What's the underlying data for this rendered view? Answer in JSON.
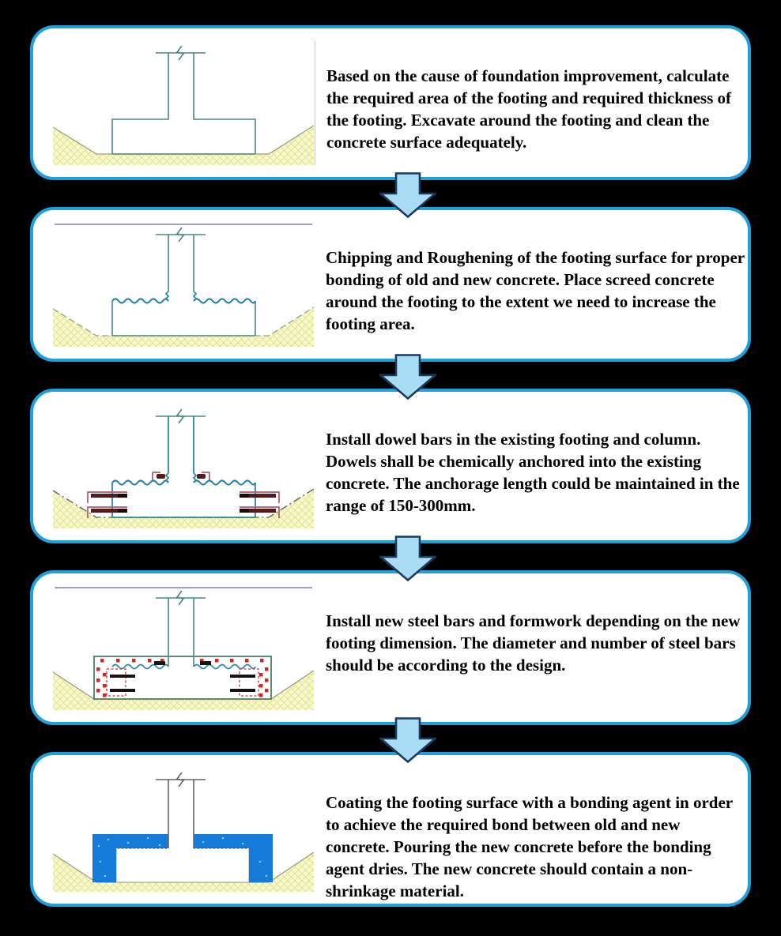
{
  "page": {
    "background_color": "#000000",
    "box_border_color": "#1da0dc",
    "box_fill_color": "#ffffff",
    "arrow_fill_color": "#a9dcf5",
    "arrow_outline_color": "#1b3a5c"
  },
  "flowchart": {
    "steps": [
      {
        "illustration": "existing-footing-cross-section-excavated",
        "text": "Based on the cause of foundation improvement, calculate the required area of the footing and required thickness of the footing. Excavate around the footing and clean the concrete surface adequately."
      },
      {
        "illustration": "footing-surface-chipped-and-roughened",
        "text": "Chipping and Roughening of the footing surface for proper bonding of old and new concrete. Place screed concrete around the footing to the extent we need to increase the footing area."
      },
      {
        "illustration": "dowel-bars-installed-in-footing-and-column",
        "text": "Install dowel bars in the existing footing and column. Dowels shall be chemically anchored into the existing concrete. The anchorage length could be maintained in the range of 150-300mm."
      },
      {
        "illustration": "new-steel-bars-and-formwork-installed",
        "text": "Install new steel bars and formwork depending on the new footing dimension. The diameter and number of steel bars should be according to the design."
      },
      {
        "illustration": "new-concrete-jacket-poured-around-footing",
        "text": "Coating the footing surface with a bonding agent in order to achieve the required bond between old and new concrete. Pouring the new concrete before the bonding agent dries. The new concrete should contain a non-shrinkage material."
      }
    ],
    "drawing_colors": {
      "footing_outline_teal": "#4a8585",
      "rough_chipped_edge": "#2a86a8",
      "ground_fill": "#f8f8cd",
      "ground_hatch": "#e2e294",
      "ground_line": "#9a9e7e",
      "dowel_bar_dark_red": "#571a1a",
      "dowel_bracket_maroon": "#b05a6a",
      "rebar_dot_red": "#c92a2a",
      "formwork_outline_green": "#4e7d62",
      "new_concrete_blue": "#147cd8",
      "top_ground_line_gray": "#9aa3b8"
    }
  }
}
